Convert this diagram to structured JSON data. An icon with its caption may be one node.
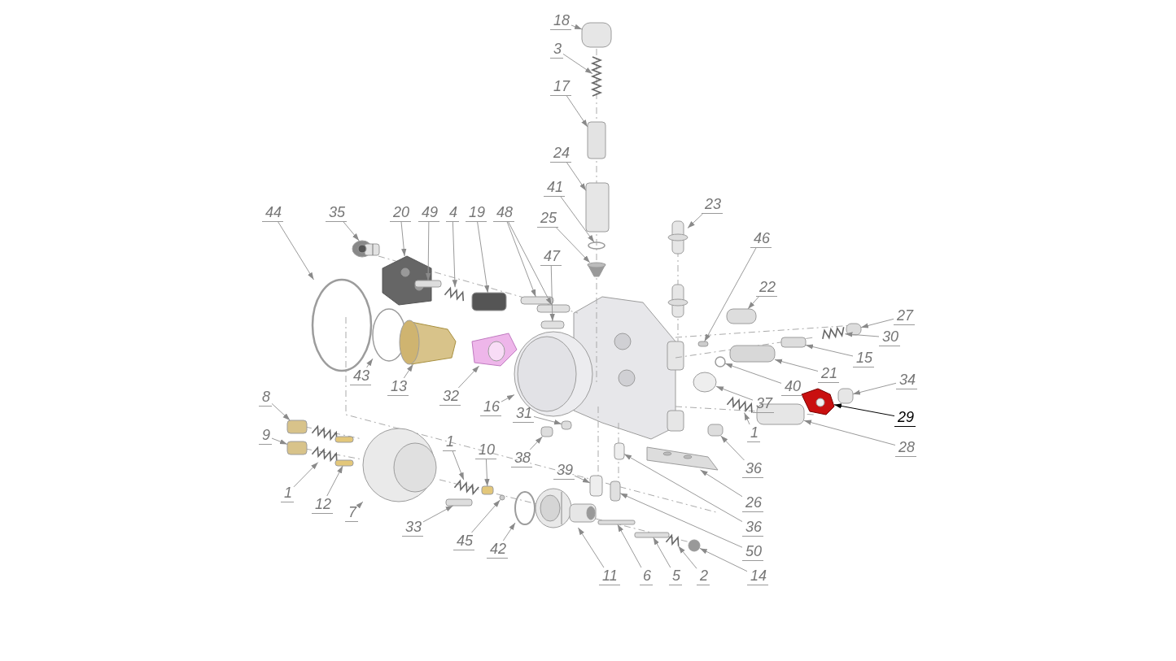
{
  "diagram": {
    "nodes": [
      {
        "text": [
          "18"
        ]
      },
      {
        "text": [
          "3"
        ]
      },
      {
        "text": [
          "17"
        ]
      },
      {
        "text": [
          "24"
        ]
      },
      {
        "text": [
          "23"
        ]
      },
      {
        "text": [
          "41"
        ]
      },
      {
        "text": [
          "44"
        ]
      },
      {
        "text": [
          "35"
        ]
      },
      {
        "text": [
          "20"
        ]
      },
      {
        "text": [
          "49"
        ]
      },
      {
        "text": [
          "4"
        ]
      },
      {
        "text": [
          "19"
        ]
      },
      {
        "text": [
          "48"
        ]
      },
      {
        "text": [
          "25"
        ]
      },
      {
        "text": [
          "46"
        ]
      },
      {
        "text": [
          "47"
        ]
      },
      {
        "text": [
          "22"
        ]
      },
      {
        "text": [
          "27"
        ]
      },
      {
        "text": [
          "30"
        ]
      },
      {
        "text": [
          "15"
        ]
      },
      {
        "text": [
          "21"
        ]
      },
      {
        "text": [
          "40"
        ]
      },
      {
        "text": [
          "43"
        ]
      },
      {
        "text": [
          "13"
        ]
      },
      {
        "text": [
          "37"
        ]
      },
      {
        "text": [
          "34"
        ]
      },
      {
        "text": [
          "32"
        ]
      },
      {
        "text": [
          "8"
        ]
      },
      {
        "text": [
          "16"
        ]
      },
      {
        "text": [
          "31"
        ]
      },
      {
        "text": [
          "29"
        ]
      },
      {
        "text": [
          "1"
        ]
      },
      {
        "text": [
          "9"
        ]
      },
      {
        "text": [
          "28"
        ]
      },
      {
        "text": [
          "1"
        ]
      },
      {
        "text": [
          "10"
        ]
      },
      {
        "text": [
          "38"
        ]
      },
      {
        "text": [
          "39"
        ]
      },
      {
        "text": [
          "36"
        ]
      },
      {
        "text": [
          "1"
        ]
      },
      {
        "text": [
          "12"
        ]
      },
      {
        "text": [
          "7"
        ]
      },
      {
        "text": [
          "26"
        ]
      },
      {
        "text": [
          "33"
        ]
      },
      {
        "text": [
          "36"
        ]
      },
      {
        "text": [
          "45"
        ]
      },
      {
        "text": [
          "42"
        ]
      },
      {
        "text": [
          "50"
        ]
      },
      {
        "text": [
          "11"
        ]
      },
      {
        "text": [
          "6"
        ]
      },
      {
        "text": [
          "5"
        ]
      },
      {
        "text": [
          "2"
        ]
      },
      {
        "text": [
          "14"
        ]
      },
      {
        "text": [],
        "shape": "box"
      },
      {
        "text": [],
        "shape": "box"
      },
      {
        "text": [],
        "shape": "picture"
      },
      {
        "text": [],
        "shape": "circle"
      },
      {
        "text": [],
        "shape": "box"
      },
      {
        "text": [],
        "shape": "picture"
      },
      {
        "text": [],
        "shape": "circle"
      },
      {
        "text": [],
        "shape": "picture"
      },
      {
        "text": [],
        "shape": "picture"
      },
      {
        "text": [],
        "shape": "box"
      },
      {
        "text": [],
        "shape": "picture"
      },
      {
        "text": [],
        "shape": "picture"
      },
      {
        "text": [],
        "shape": "box"
      },
      {
        "text": [],
        "shape": "picture"
      },
      {
        "text": [],
        "shape": "box"
      },
      {
        "text": [],
        "shape": "picture"
      },
      {
        "text": [],
        "shape": "circle"
      },
      {
        "text": [],
        "shape": "box"
      },
      {
        "text": [],
        "shape": "circle"
      },
      {
        "text": [],
        "shape": "box"
      },
      {
        "text": [],
        "shape": "box"
      },
      {
        "text": [],
        "shape": "box"
      },
      {
        "text": [],
        "shape": "picture"
      },
      {
        "text": [],
        "shape": "box"
      },
      {
        "text": [],
        "shape": "box"
      },
      {
        "text": [],
        "shape": "picture"
      },
      {
        "text": [],
        "shape": "box"
      },
      {
        "text": [],
        "shape": "picture"
      },
      {
        "text": [],
        "shape": "box"
      },
      {
        "text": [],
        "shape": "box"
      },
      {
        "text": [],
        "shape": "circle"
      },
      {
        "text": [],
        "shape": "picture"
      },
      {
        "text": [],
        "shape": "box"
      },
      {
        "text": [],
        "shape": "box"
      },
      {
        "text": [],
        "shape": "box"
      },
      {
        "text": [],
        "shape": "box"
      },
      {
        "text": [],
        "shape": "box"
      },
      {
        "text": [],
        "shape": "picture"
      },
      {
        "text": [],
        "shape": "picture"
      },
      {
        "text": [],
        "shape": "circle"
      },
      {
        "text": [],
        "shape": "box"
      },
      {
        "text": [],
        "shape": "circle"
      },
      {
        "text": [],
        "shape": "circle"
      },
      {
        "text": [],
        "shape": "box"
      },
      {
        "text": [],
        "shape": "picture"
      },
      {
        "text": [],
        "shape": "picture"
      },
      {
        "text": [],
        "shape": "box"
      },
      {
        "text": [],
        "shape": "box"
      },
      {
        "text": [],
        "shape": "box"
      },
      {
        "text": [],
        "shape": "box"
      },
      {
        "text": [],
        "shape": "picture"
      },
      {
        "text": [],
        "shape": "picture"
      },
      {
        "text": [],
        "shape": "box"
      },
      {
        "text": [],
        "shape": "box"
      }
    ],
    "edges": [
      {
        "from": 0,
        "to": 79,
        "arrow": "to"
      },
      {
        "from": 1,
        "to": 80,
        "arrow": "to"
      },
      {
        "from": 2,
        "to": 81,
        "arrow": "to"
      },
      {
        "from": 3,
        "to": 82,
        "arrow": "to"
      },
      {
        "from": 4,
        "to": 91,
        "arrow": "to"
      },
      {
        "from": 5,
        "to": 83,
        "arrow": "to"
      },
      {
        "from": 6,
        "to": 56,
        "arrow": "to"
      },
      {
        "from": 7,
        "to": 58,
        "arrow": "to"
      },
      {
        "from": 8,
        "to": 61,
        "arrow": "to"
      },
      {
        "from": 9,
        "to": 62,
        "arrow": "to"
      },
      {
        "from": 10,
        "to": 64,
        "arrow": "to"
      },
      {
        "from": 11,
        "to": 67,
        "arrow": "to"
      },
      {
        "from": 12,
        "to": 72,
        "arrow": "to"
      },
      {
        "from": 12,
        "to": 73,
        "arrow": "to"
      },
      {
        "from": 13,
        "to": 84,
        "arrow": "to"
      },
      {
        "from": 14,
        "to": 93,
        "arrow": "to"
      },
      {
        "from": 15,
        "to": 74,
        "arrow": "to"
      },
      {
        "from": 16,
        "to": 99,
        "arrow": "to"
      },
      {
        "from": 17,
        "to": 106,
        "arrow": "to"
      },
      {
        "from": 18,
        "to": 104,
        "arrow": "to"
      },
      {
        "from": 19,
        "to": 102,
        "arrow": "to"
      },
      {
        "from": 20,
        "to": 100,
        "arrow": "to"
      },
      {
        "from": 21,
        "to": 95,
        "arrow": "to"
      },
      {
        "from": 22,
        "to": 59,
        "arrow": "to"
      },
      {
        "from": 23,
        "to": 63,
        "arrow": "to"
      },
      {
        "from": 24,
        "to": 94,
        "arrow": "to"
      },
      {
        "from": 25,
        "to": 105,
        "arrow": "to"
      },
      {
        "from": 26,
        "to": 68,
        "arrow": "to"
      },
      {
        "from": 27,
        "to": 53,
        "arrow": "to"
      },
      {
        "from": 28,
        "to": 75,
        "arrow": "to"
      },
      {
        "from": 29,
        "to": 77,
        "arrow": "to"
      },
      {
        "from": 30,
        "to": 103,
        "arrow": "to",
        "color": "#000000"
      },
      {
        "from": 31,
        "to": 98,
        "arrow": "to"
      },
      {
        "from": 32,
        "to": 54,
        "arrow": "to"
      },
      {
        "from": 33,
        "to": 101,
        "arrow": "to"
      },
      {
        "from": 34,
        "to": 66,
        "arrow": "to"
      },
      {
        "from": 35,
        "to": 70,
        "arrow": "to"
      },
      {
        "from": 36,
        "to": 76,
        "arrow": "to"
      },
      {
        "from": 37,
        "to": 85,
        "arrow": "to"
      },
      {
        "from": 38,
        "to": 96,
        "arrow": "to"
      },
      {
        "from": 39,
        "to": 55,
        "arrow": "to"
      },
      {
        "from": 40,
        "to": 57,
        "arrow": "to"
      },
      {
        "from": 41,
        "to": 60,
        "arrow": "to"
      },
      {
        "from": 42,
        "to": 97,
        "arrow": "to"
      },
      {
        "from": 43,
        "to": 65,
        "arrow": "to"
      },
      {
        "from": 44,
        "to": 86,
        "arrow": "to"
      },
      {
        "from": 45,
        "to": 69,
        "arrow": "to"
      },
      {
        "from": 46,
        "to": 71,
        "arrow": "to"
      },
      {
        "from": 47,
        "to": 87,
        "arrow": "to"
      },
      {
        "from": 48,
        "to": 78,
        "arrow": "to"
      },
      {
        "from": 49,
        "to": 88,
        "arrow": "to"
      },
      {
        "from": 50,
        "to": 89,
        "arrow": "to"
      },
      {
        "from": 51,
        "to": 90,
        "arrow": "to"
      },
      {
        "from": 52,
        "to": 92,
        "arrow": "to"
      }
    ]
  }
}
